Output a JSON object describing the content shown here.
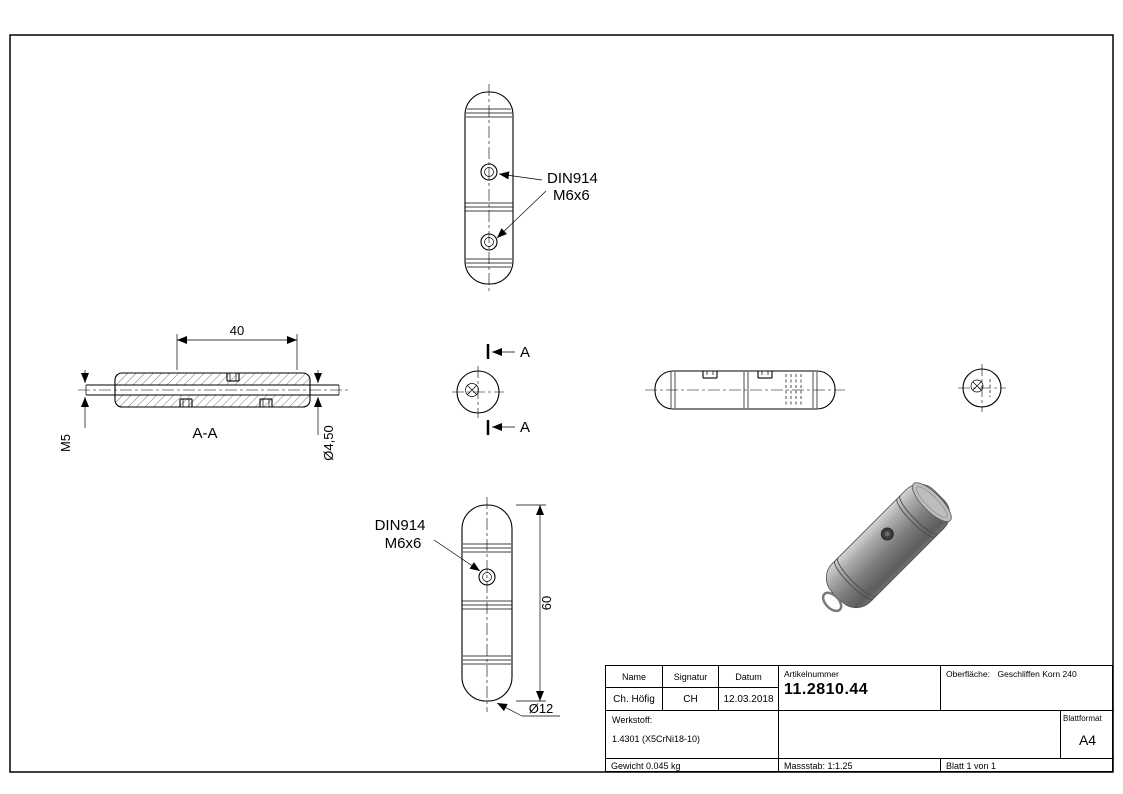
{
  "views": {
    "top_view": {
      "label_line1": "DIN914",
      "label_line2": "M6x6"
    },
    "section_view": {
      "dim_length": "40",
      "label": "A-A",
      "dim_thread": "M5",
      "dim_bore": "Ø4,50"
    },
    "section_circle": {
      "arrow_top": "A",
      "arrow_bottom": "A"
    },
    "bottom_view": {
      "label_line1": "DIN914",
      "label_line2": "M6x6",
      "dim_length": "60",
      "dim_diameter": "Ø12"
    }
  },
  "title_block": {
    "name_header": "Name",
    "signatur_header": "Signatur",
    "datum_header": "Datum",
    "name_value": "Ch. Höfig",
    "signatur_value": "CH",
    "datum_value": "12.03.2018",
    "artikelnummer_header": "Artikelnummer",
    "artikelnummer_value": "11.2810.44",
    "oberflaeche_label": "Oberfläche:",
    "oberflaeche_value": "Geschliffen Korn 240",
    "werkstoff_label": "Werkstoff:",
    "werkstoff_value": "1.4301 (X5CrNi18-10)",
    "blattformat_label": "Blattformat",
    "blattformat_value": "A4",
    "gewicht": "Gewicht 0.045 kg",
    "massstab": "Massstab: 1:1.25",
    "blatt": "Blatt 1 von 1"
  }
}
